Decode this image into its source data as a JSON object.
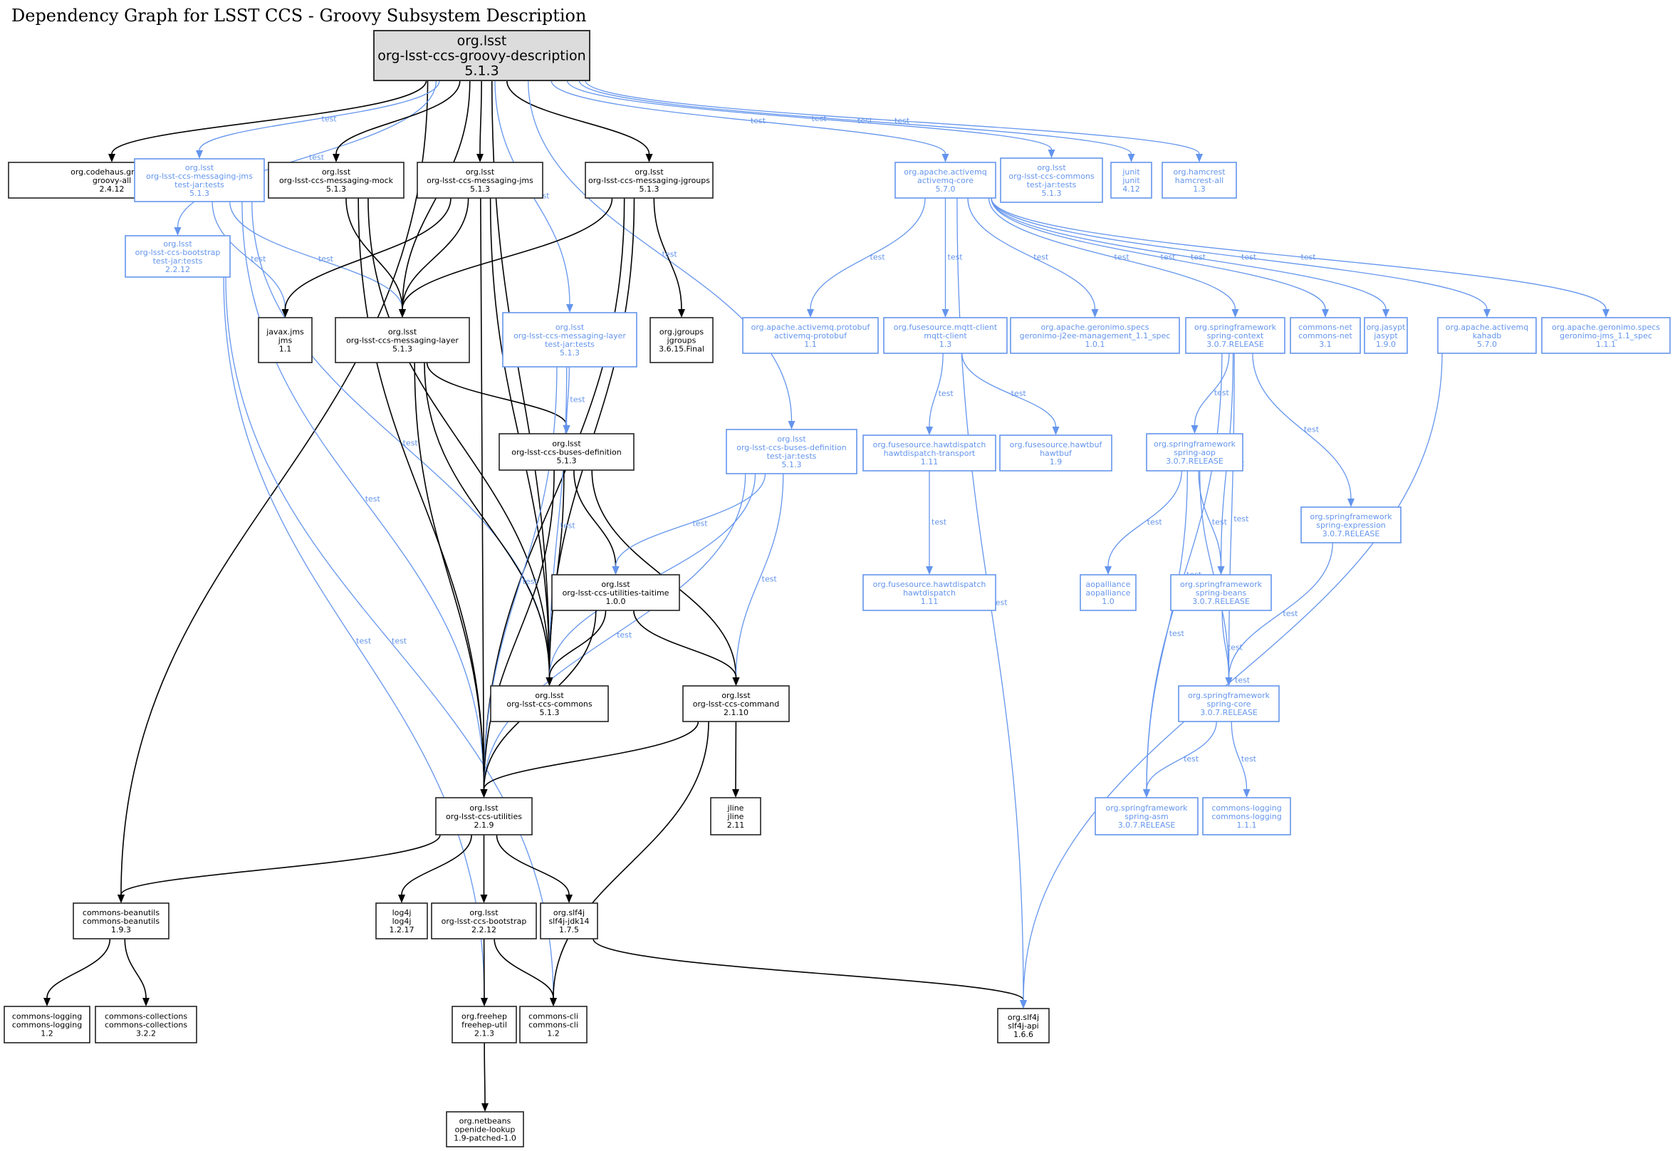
{
  "title": "Dependency Graph for LSST CCS - Groovy Subsystem Description",
  "colors": {
    "compile": "#000000",
    "test": "#6495ed",
    "root_fill": "#dcdcdc"
  },
  "edge_label_test": "test",
  "nodes": [
    {
      "id": "root",
      "kind": "root",
      "lines": [
        "org.lsst",
        "org-lsst-ccs-groovy-description",
        "5.1.3"
      ]
    },
    {
      "id": "groovy-all",
      "kind": "compile",
      "lines": [
        "org.codehaus.groovy",
        "groovy-all",
        "2.4.12"
      ]
    },
    {
      "id": "msg-jms-tests",
      "kind": "test",
      "lines": [
        "org.lsst",
        "org-lsst-ccs-messaging-jms",
        "test-jar:tests",
        "5.1.3"
      ]
    },
    {
      "id": "msg-mock",
      "kind": "compile",
      "lines": [
        "org.lsst",
        "org-lsst-ccs-messaging-mock",
        "5.1.3"
      ]
    },
    {
      "id": "msg-jms",
      "kind": "compile",
      "lines": [
        "org.lsst",
        "org-lsst-ccs-messaging-jms",
        "5.1.3"
      ]
    },
    {
      "id": "msg-jgroups",
      "kind": "compile",
      "lines": [
        "org.lsst",
        "org-lsst-ccs-messaging-jgroups",
        "5.1.3"
      ]
    },
    {
      "id": "bootstrap-tests",
      "kind": "test",
      "lines": [
        "org.lsst",
        "org-lsst-ccs-bootstrap",
        "test-jar:tests",
        "2.2.12"
      ]
    },
    {
      "id": "activemq-core",
      "kind": "test",
      "lines": [
        "org.apache.activemq",
        "activemq-core",
        "5.7.0"
      ]
    },
    {
      "id": "commons-tests",
      "kind": "test",
      "lines": [
        "org.lsst",
        "org-lsst-ccs-commons",
        "test-jar:tests",
        "5.1.3"
      ]
    },
    {
      "id": "junit",
      "kind": "test",
      "lines": [
        "junit",
        "junit",
        "4.12"
      ]
    },
    {
      "id": "hamcrest",
      "kind": "test",
      "lines": [
        "org.hamcrest",
        "hamcrest-all",
        "1.3"
      ]
    },
    {
      "id": "javax-jms",
      "kind": "compile",
      "lines": [
        "javax.jms",
        "jms",
        "1.1"
      ]
    },
    {
      "id": "msg-layer",
      "kind": "compile",
      "lines": [
        "org.lsst",
        "org-lsst-ccs-messaging-layer",
        "5.1.3"
      ]
    },
    {
      "id": "msg-layer-tests",
      "kind": "test",
      "lines": [
        "org.lsst",
        "org-lsst-ccs-messaging-layer",
        "test-jar:tests",
        "5.1.3"
      ]
    },
    {
      "id": "jgroups",
      "kind": "compile",
      "lines": [
        "org.jgroups",
        "jgroups",
        "3.6.15.Final"
      ]
    },
    {
      "id": "activemq-protobuf",
      "kind": "test",
      "lines": [
        "org.apache.activemq.protobuf",
        "activemq-protobuf",
        "1.1"
      ]
    },
    {
      "id": "mqtt-client",
      "kind": "test",
      "lines": [
        "org.fusesource.mqtt-client",
        "mqtt-client",
        "1.3"
      ]
    },
    {
      "id": "geronimo-j2ee",
      "kind": "test",
      "lines": [
        "org.apache.geronimo.specs",
        "geronimo-j2ee-management_1.1_spec",
        "1.0.1"
      ]
    },
    {
      "id": "spring-context",
      "kind": "test",
      "lines": [
        "org.springframework",
        "spring-context",
        "3.0.7.RELEASE"
      ]
    },
    {
      "id": "commons-net",
      "kind": "test",
      "lines": [
        "commons-net",
        "commons-net",
        "3.1"
      ]
    },
    {
      "id": "jasypt",
      "kind": "test",
      "lines": [
        "org.jasypt",
        "jasypt",
        "1.9.0"
      ]
    },
    {
      "id": "kahadb",
      "kind": "test",
      "lines": [
        "org.apache.activemq",
        "kahadb",
        "5.7.0"
      ]
    },
    {
      "id": "geronimo-jms",
      "kind": "test",
      "lines": [
        "org.apache.geronimo.specs",
        "geronimo-jms_1.1_spec",
        "1.1.1"
      ]
    },
    {
      "id": "buses-def",
      "kind": "compile",
      "lines": [
        "org.lsst",
        "org-lsst-ccs-buses-definition",
        "5.1.3"
      ]
    },
    {
      "id": "buses-def-tests",
      "kind": "test",
      "lines": [
        "org.lsst",
        "org-lsst-ccs-buses-definition",
        "test-jar:tests",
        "5.1.3"
      ]
    },
    {
      "id": "hawtdispatch-transport",
      "kind": "test",
      "lines": [
        "org.fusesource.hawtdispatch",
        "hawtdispatch-transport",
        "1.11"
      ]
    },
    {
      "id": "hawtbuf",
      "kind": "test",
      "lines": [
        "org.fusesource.hawtbuf",
        "hawtbuf",
        "1.9"
      ]
    },
    {
      "id": "spring-aop",
      "kind": "test",
      "lines": [
        "org.springframework",
        "spring-aop",
        "3.0.7.RELEASE"
      ]
    },
    {
      "id": "spring-expression",
      "kind": "test",
      "lines": [
        "org.springframework",
        "spring-expression",
        "3.0.7.RELEASE"
      ]
    },
    {
      "id": "taitime",
      "kind": "compile",
      "lines": [
        "org.lsst",
        "org-lsst-ccs-utilities-taitime",
        "1.0.0"
      ]
    },
    {
      "id": "hawtdispatch",
      "kind": "test",
      "lines": [
        "org.fusesource.hawtdispatch",
        "hawtdispatch",
        "1.11"
      ]
    },
    {
      "id": "aopalliance",
      "kind": "test",
      "lines": [
        "aopalliance",
        "aopalliance",
        "1.0"
      ]
    },
    {
      "id": "spring-beans",
      "kind": "test",
      "lines": [
        "org.springframework",
        "spring-beans",
        "3.0.7.RELEASE"
      ]
    },
    {
      "id": "commons",
      "kind": "compile",
      "lines": [
        "org.lsst",
        "org-lsst-ccs-commons",
        "5.1.3"
      ]
    },
    {
      "id": "command",
      "kind": "compile",
      "lines": [
        "org.lsst",
        "org-lsst-ccs-command",
        "2.1.10"
      ]
    },
    {
      "id": "spring-core",
      "kind": "test",
      "lines": [
        "org.springframework",
        "spring-core",
        "3.0.7.RELEASE"
      ]
    },
    {
      "id": "utilities",
      "kind": "compile",
      "lines": [
        "org.lsst",
        "org-lsst-ccs-utilities",
        "2.1.9"
      ]
    },
    {
      "id": "jline",
      "kind": "compile",
      "lines": [
        "jline",
        "jline",
        "2.11"
      ]
    },
    {
      "id": "spring-asm",
      "kind": "test",
      "lines": [
        "org.springframework",
        "spring-asm",
        "3.0.7.RELEASE"
      ]
    },
    {
      "id": "commons-logging-111",
      "kind": "test",
      "lines": [
        "commons-logging",
        "commons-logging",
        "1.1.1"
      ]
    },
    {
      "id": "commons-beanutils",
      "kind": "compile",
      "lines": [
        "commons-beanutils",
        "commons-beanutils",
        "1.9.3"
      ]
    },
    {
      "id": "log4j",
      "kind": "compile",
      "lines": [
        "log4j",
        "log4j",
        "1.2.17"
      ]
    },
    {
      "id": "bootstrap",
      "kind": "compile",
      "lines": [
        "org.lsst",
        "org-lsst-ccs-bootstrap",
        "2.2.12"
      ]
    },
    {
      "id": "slf4j-jdk14",
      "kind": "compile",
      "lines": [
        "org.slf4j",
        "slf4j-jdk14",
        "1.7.5"
      ]
    },
    {
      "id": "commons-logging-12",
      "kind": "compile",
      "lines": [
        "commons-logging",
        "commons-logging",
        "1.2"
      ]
    },
    {
      "id": "commons-collections",
      "kind": "compile",
      "lines": [
        "commons-collections",
        "commons-collections",
        "3.2.2"
      ]
    },
    {
      "id": "freehep-util",
      "kind": "compile",
      "lines": [
        "org.freehep",
        "freehep-util",
        "2.1.3"
      ]
    },
    {
      "id": "commons-cli",
      "kind": "compile",
      "lines": [
        "commons-cli",
        "commons-cli",
        "1.2"
      ]
    },
    {
      "id": "slf4j-api",
      "kind": "compile",
      "lines": [
        "org.slf4j",
        "slf4j-api",
        "1.6.6"
      ]
    },
    {
      "id": "openide-lookup",
      "kind": "compile",
      "lines": [
        "org.netbeans",
        "openide-lookup",
        "1.9-patched-1.0"
      ]
    }
  ],
  "edges": [
    {
      "from": "root",
      "to": "groovy-all",
      "scope": "compile"
    },
    {
      "from": "root",
      "to": "commons-beanutils",
      "scope": "compile"
    },
    {
      "from": "root",
      "to": "msg-jms-tests",
      "scope": "test"
    },
    {
      "from": "root",
      "to": "bootstrap-tests",
      "scope": "test"
    },
    {
      "from": "root",
      "to": "msg-mock",
      "scope": "compile"
    },
    {
      "from": "root",
      "to": "msg-jms",
      "scope": "compile"
    },
    {
      "from": "root",
      "to": "msg-layer",
      "scope": "compile"
    },
    {
      "from": "root",
      "to": "commons",
      "scope": "compile"
    },
    {
      "from": "root",
      "to": "msg-layer-tests",
      "scope": "test"
    },
    {
      "from": "root",
      "to": "msg-jgroups",
      "scope": "compile"
    },
    {
      "from": "root",
      "to": "buses-def-tests",
      "scope": "test"
    },
    {
      "from": "root",
      "to": "activemq-core",
      "scope": "test"
    },
    {
      "from": "root",
      "to": "commons-tests",
      "scope": "test"
    },
    {
      "from": "root",
      "to": "junit",
      "scope": "test"
    },
    {
      "from": "root",
      "to": "hamcrest",
      "scope": "test"
    },
    {
      "from": "msg-jms-tests",
      "to": "javax-jms",
      "scope": "test"
    },
    {
      "from": "msg-jms-tests",
      "to": "msg-layer",
      "scope": "test"
    },
    {
      "from": "msg-jms-tests",
      "to": "commons",
      "scope": "test"
    },
    {
      "from": "msg-jms-tests",
      "to": "utilities",
      "scope": "test"
    },
    {
      "from": "bootstrap-tests",
      "to": "freehep-util",
      "scope": "test"
    },
    {
      "from": "bootstrap-tests",
      "to": "commons-cli",
      "scope": "test"
    },
    {
      "from": "msg-mock",
      "to": "msg-layer",
      "scope": "compile"
    },
    {
      "from": "msg-mock",
      "to": "commons",
      "scope": "compile"
    },
    {
      "from": "msg-mock",
      "to": "utilities",
      "scope": "compile"
    },
    {
      "from": "msg-jms",
      "to": "javax-jms",
      "scope": "compile"
    },
    {
      "from": "msg-jms",
      "to": "msg-layer",
      "scope": "compile"
    },
    {
      "from": "msg-jms",
      "to": "commons",
      "scope": "compile"
    },
    {
      "from": "msg-jms",
      "to": "utilities",
      "scope": "compile"
    },
    {
      "from": "msg-jgroups",
      "to": "msg-layer",
      "scope": "compile"
    },
    {
      "from": "msg-jgroups",
      "to": "jgroups",
      "scope": "compile"
    },
    {
      "from": "msg-jgroups",
      "to": "commons",
      "scope": "compile"
    },
    {
      "from": "msg-jgroups",
      "to": "utilities",
      "scope": "compile"
    },
    {
      "from": "msg-layer",
      "to": "buses-def",
      "scope": "compile"
    },
    {
      "from": "msg-layer",
      "to": "commons",
      "scope": "compile"
    },
    {
      "from": "msg-layer",
      "to": "utilities",
      "scope": "compile"
    },
    {
      "from": "msg-layer-tests",
      "to": "buses-def",
      "scope": "test"
    },
    {
      "from": "msg-layer-tests",
      "to": "commons",
      "scope": "test"
    },
    {
      "from": "msg-layer-tests",
      "to": "utilities",
      "scope": "test"
    },
    {
      "from": "buses-def",
      "to": "taitime",
      "scope": "compile"
    },
    {
      "from": "buses-def",
      "to": "commons",
      "scope": "compile"
    },
    {
      "from": "buses-def",
      "to": "command",
      "scope": "compile"
    },
    {
      "from": "buses-def",
      "to": "utilities",
      "scope": "compile"
    },
    {
      "from": "buses-def-tests",
      "to": "taitime",
      "scope": "test"
    },
    {
      "from": "buses-def-tests",
      "to": "commons",
      "scope": "test"
    },
    {
      "from": "buses-def-tests",
      "to": "command",
      "scope": "test"
    },
    {
      "from": "buses-def-tests",
      "to": "utilities",
      "scope": "test"
    },
    {
      "from": "taitime",
      "to": "commons",
      "scope": "compile"
    },
    {
      "from": "taitime",
      "to": "command",
      "scope": "compile"
    },
    {
      "from": "taitime",
      "to": "utilities",
      "scope": "compile"
    },
    {
      "from": "command",
      "to": "utilities",
      "scope": "compile"
    },
    {
      "from": "command",
      "to": "jline",
      "scope": "compile"
    },
    {
      "from": "command",
      "to": "commons-cli",
      "scope": "compile"
    },
    {
      "from": "utilities",
      "to": "commons-beanutils",
      "scope": "compile"
    },
    {
      "from": "utilities",
      "to": "log4j",
      "scope": "compile"
    },
    {
      "from": "utilities",
      "to": "bootstrap",
      "scope": "compile"
    },
    {
      "from": "utilities",
      "to": "slf4j-jdk14",
      "scope": "compile"
    },
    {
      "from": "commons-beanutils",
      "to": "commons-logging-12",
      "scope": "compile"
    },
    {
      "from": "commons-beanutils",
      "to": "commons-collections",
      "scope": "compile"
    },
    {
      "from": "bootstrap",
      "to": "freehep-util",
      "scope": "compile"
    },
    {
      "from": "bootstrap",
      "to": "commons-cli",
      "scope": "compile"
    },
    {
      "from": "slf4j-jdk14",
      "to": "slf4j-api",
      "scope": "compile"
    },
    {
      "from": "freehep-util",
      "to": "openide-lookup",
      "scope": "compile"
    },
    {
      "from": "activemq-core",
      "to": "activemq-protobuf",
      "scope": "test"
    },
    {
      "from": "activemq-core",
      "to": "mqtt-client",
      "scope": "test"
    },
    {
      "from": "activemq-core",
      "to": "geronimo-j2ee",
      "scope": "test"
    },
    {
      "from": "activemq-core",
      "to": "spring-context",
      "scope": "test"
    },
    {
      "from": "activemq-core",
      "to": "commons-net",
      "scope": "test"
    },
    {
      "from": "activemq-core",
      "to": "jasypt",
      "scope": "test"
    },
    {
      "from": "activemq-core",
      "to": "slf4j-api",
      "scope": "test"
    },
    {
      "from": "activemq-core",
      "to": "kahadb",
      "scope": "test"
    },
    {
      "from": "activemq-core",
      "to": "geronimo-jms",
      "scope": "test"
    },
    {
      "from": "kahadb",
      "to": "slf4j-api",
      "scope": "test"
    },
    {
      "from": "mqtt-client",
      "to": "hawtdispatch-transport",
      "scope": "test"
    },
    {
      "from": "mqtt-client",
      "to": "hawtbuf",
      "scope": "test"
    },
    {
      "from": "hawtdispatch-transport",
      "to": "hawtdispatch",
      "scope": "test"
    },
    {
      "from": "spring-context",
      "to": "spring-aop",
      "scope": "test"
    },
    {
      "from": "spring-context",
      "to": "spring-beans",
      "scope": "test"
    },
    {
      "from": "spring-context",
      "to": "spring-core",
      "scope": "test"
    },
    {
      "from": "spring-context",
      "to": "spring-expression",
      "scope": "test"
    },
    {
      "from": "spring-context",
      "to": "spring-asm",
      "scope": "test"
    },
    {
      "from": "spring-aop",
      "to": "aopalliance",
      "scope": "test"
    },
    {
      "from": "spring-aop",
      "to": "spring-beans",
      "scope": "test"
    },
    {
      "from": "spring-aop",
      "to": "spring-core",
      "scope": "test"
    },
    {
      "from": "spring-aop",
      "to": "spring-asm",
      "scope": "test"
    },
    {
      "from": "spring-expression",
      "to": "spring-core",
      "scope": "test"
    },
    {
      "from": "spring-beans",
      "to": "spring-core",
      "scope": "test"
    },
    {
      "from": "spring-core",
      "to": "spring-asm",
      "scope": "test"
    },
    {
      "from": "spring-core",
      "to": "commons-logging-111",
      "scope": "test"
    }
  ]
}
